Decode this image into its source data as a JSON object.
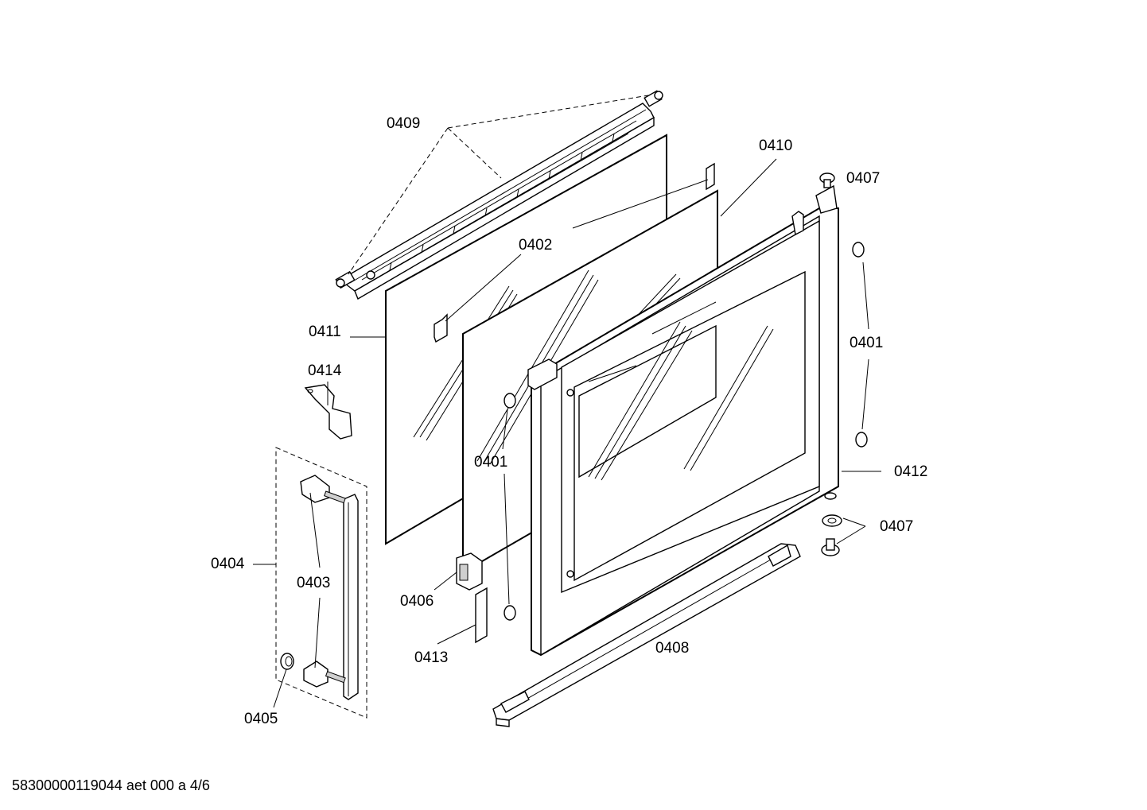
{
  "labels": {
    "l0409": "0409",
    "l0410": "0410",
    "l0407a": "0407",
    "l0402": "0402",
    "l0411": "0411",
    "l0401a": "0401",
    "l0414": "0414",
    "l0401b": "0401",
    "l0412": "0412",
    "l0407b": "0407",
    "l0404": "0404",
    "l0403": "0403",
    "l0406": "0406",
    "l0413": "0413",
    "l0408": "0408",
    "l0405": "0405"
  },
  "footer": {
    "doc_id": "58300000119044 aet 000 a 4/6"
  }
}
